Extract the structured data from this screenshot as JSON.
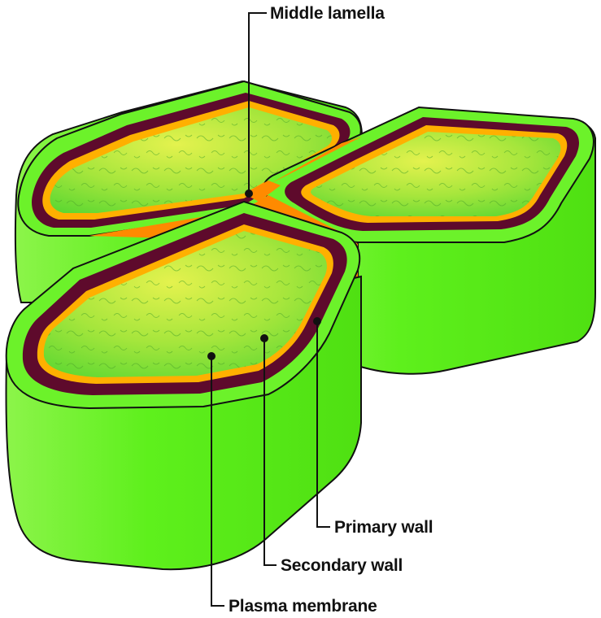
{
  "diagram": {
    "labels": {
      "middle_lamella": "Middle lamella",
      "primary_wall": "Primary wall",
      "secondary_wall": "Secondary wall",
      "plasma_membrane": "Plasma membrane"
    }
  },
  "colors": {
    "cell_green": "#5ef01c",
    "cell_green_light": "#8ff54a",
    "secondary_wall": "#5e0a2c",
    "membrane": "#ffb000",
    "middle_lamella": "#ff8a00",
    "cytoplasm_center": "#d8ef4a",
    "cytoplasm_edge": "#6fdc3a",
    "outline": "#111111"
  }
}
